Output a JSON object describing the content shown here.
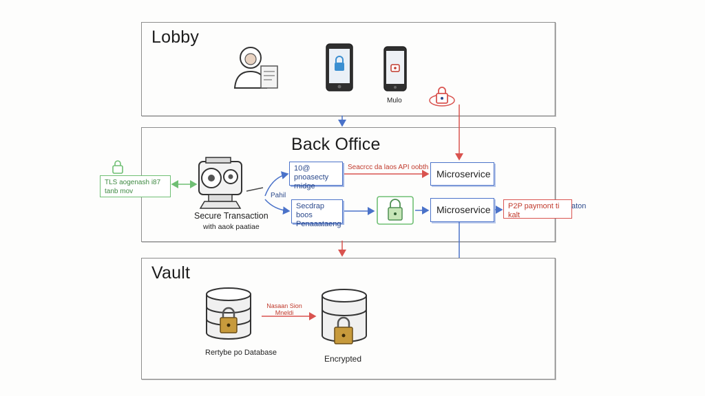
{
  "zones": {
    "lobby": {
      "title": "Lobby"
    },
    "back_office": {
      "title": "Back Office"
    },
    "vault": {
      "title": "Vault"
    }
  },
  "lobby": {
    "device_label": "Mulo"
  },
  "back_office": {
    "tls_box": "TLS aogenash i87 tanb mov",
    "gateway_label_1": "Secure Transaction",
    "gateway_label_2": "with aaok paatiae",
    "gateway_arrow_label": "Pahil",
    "top_box": "10@ pnoasecty rnidge",
    "bottom_box": "Secdrap boos Penaaataeng",
    "api_label": "Seacrcc da laos API oobth (1)",
    "microservice_top": "Microservice",
    "microservice_bottom": "Microservice",
    "p2p_box": "P2P paymont ti kalt",
    "p2p_suffix": "aton"
  },
  "vault": {
    "transfer_label": "Nasaan Sion Mneldi",
    "db1_label": "Rertybe po Database",
    "db2_label": "Encrypted"
  },
  "colors": {
    "blue": "#4a72c9",
    "red": "#d9534f",
    "green": "#6fbf73",
    "lock_gold": "#c79a3c"
  }
}
